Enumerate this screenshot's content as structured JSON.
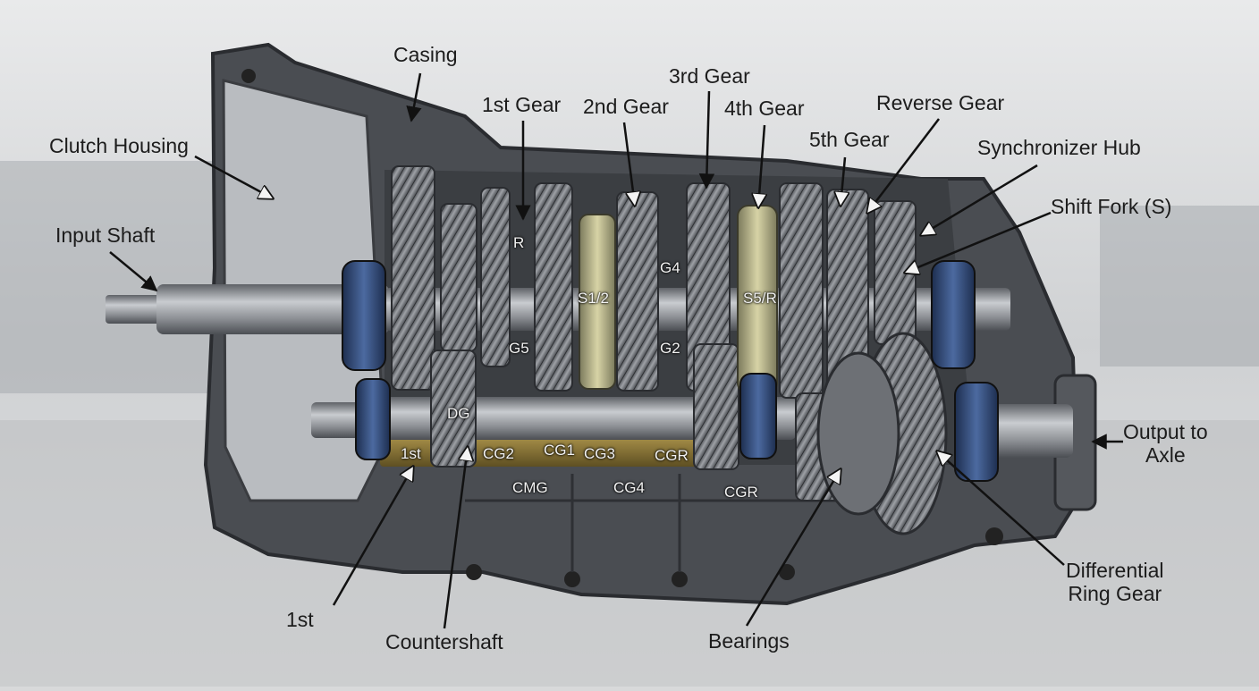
{
  "labels": {
    "casing": "Casing",
    "clutch_housing": "Clutch Housing",
    "input_shaft": "Input Shaft",
    "first_gear": "1st Gear",
    "second_gear": "2nd Gear",
    "third_gear": "3rd Gear",
    "fourth_gear": "4th Gear",
    "fifth_gear": "5th Gear",
    "reverse_gear": "Reverse Gear",
    "synchronizer_hub": "Synchronizer Hub",
    "shift_fork": "Shift Fork (S)",
    "output_line1": "Output to",
    "output_line2": "Axle",
    "differential_line1": "Differential",
    "differential_line2": "Ring Gear",
    "bearings": "Bearings",
    "countershaft": "Countershaft",
    "first_bottom": "1st"
  },
  "inline_labels": {
    "r": "R",
    "s12": "S1/2",
    "g4": "G4",
    "s5r": "S5/R",
    "g5": "G5",
    "g2": "G2",
    "dg": "DG",
    "first": "1st",
    "cg2": "CG2",
    "cg1": "CG1",
    "cg3": "CG3",
    "cgr_tray": "CGR",
    "cmg": "CMG",
    "cg4": "CG4",
    "cgr": "CGR"
  },
  "colors": {
    "casing": "#4a4d52",
    "gear": "#6f7378",
    "shaft": "#9a9da2",
    "bearing": "#2f4a78",
    "synchro": "#b9b58a",
    "oil_tray": "#8a7434"
  }
}
